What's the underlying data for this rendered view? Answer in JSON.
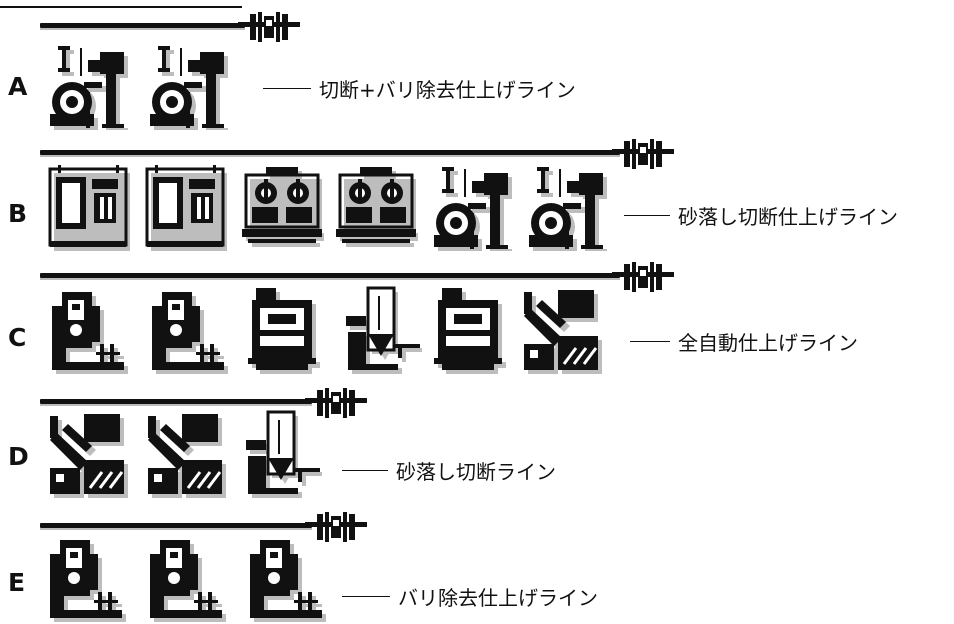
{
  "lines": [
    {
      "letter": "A",
      "label": "切断+バリ除去仕上げライン",
      "machines": [
        "cutting-machine",
        "cutting-machine"
      ]
    },
    {
      "letter": "B",
      "label": "砂落し切断仕上げライン",
      "machines": [
        "sand-removal-cabinet",
        "sand-removal-cabinet",
        "twin-spindle-station",
        "twin-spindle-station",
        "cutting-machine",
        "cutting-machine"
      ]
    },
    {
      "letter": "C",
      "label": "全自動仕上げライン",
      "machines": [
        "deburring-machine",
        "deburring-machine",
        "press-station",
        "vertical-cutter",
        "press-station",
        "robot-arm-cell"
      ]
    },
    {
      "letter": "D",
      "label": "砂落し切断ライン",
      "machines": [
        "robot-arm-cell",
        "robot-arm-cell",
        "vertical-cutter"
      ]
    },
    {
      "letter": "E",
      "label": "バリ除去仕上げライン",
      "machines": [
        "deburring-machine",
        "deburring-machine",
        "deburring-machine"
      ]
    }
  ],
  "colors": {
    "ink": "#111111",
    "shadow": "#bdbdbd",
    "paper": "#ffffff"
  },
  "icons": {
    "cutting-machine": "cutting-machine-icon",
    "sand-removal-cabinet": "sand-removal-cabinet-icon",
    "twin-spindle-station": "twin-spindle-station-icon",
    "deburring-machine": "deburring-machine-icon",
    "press-station": "press-station-icon",
    "vertical-cutter": "vertical-cutter-icon",
    "robot-arm-cell": "robot-arm-cell-icon"
  }
}
